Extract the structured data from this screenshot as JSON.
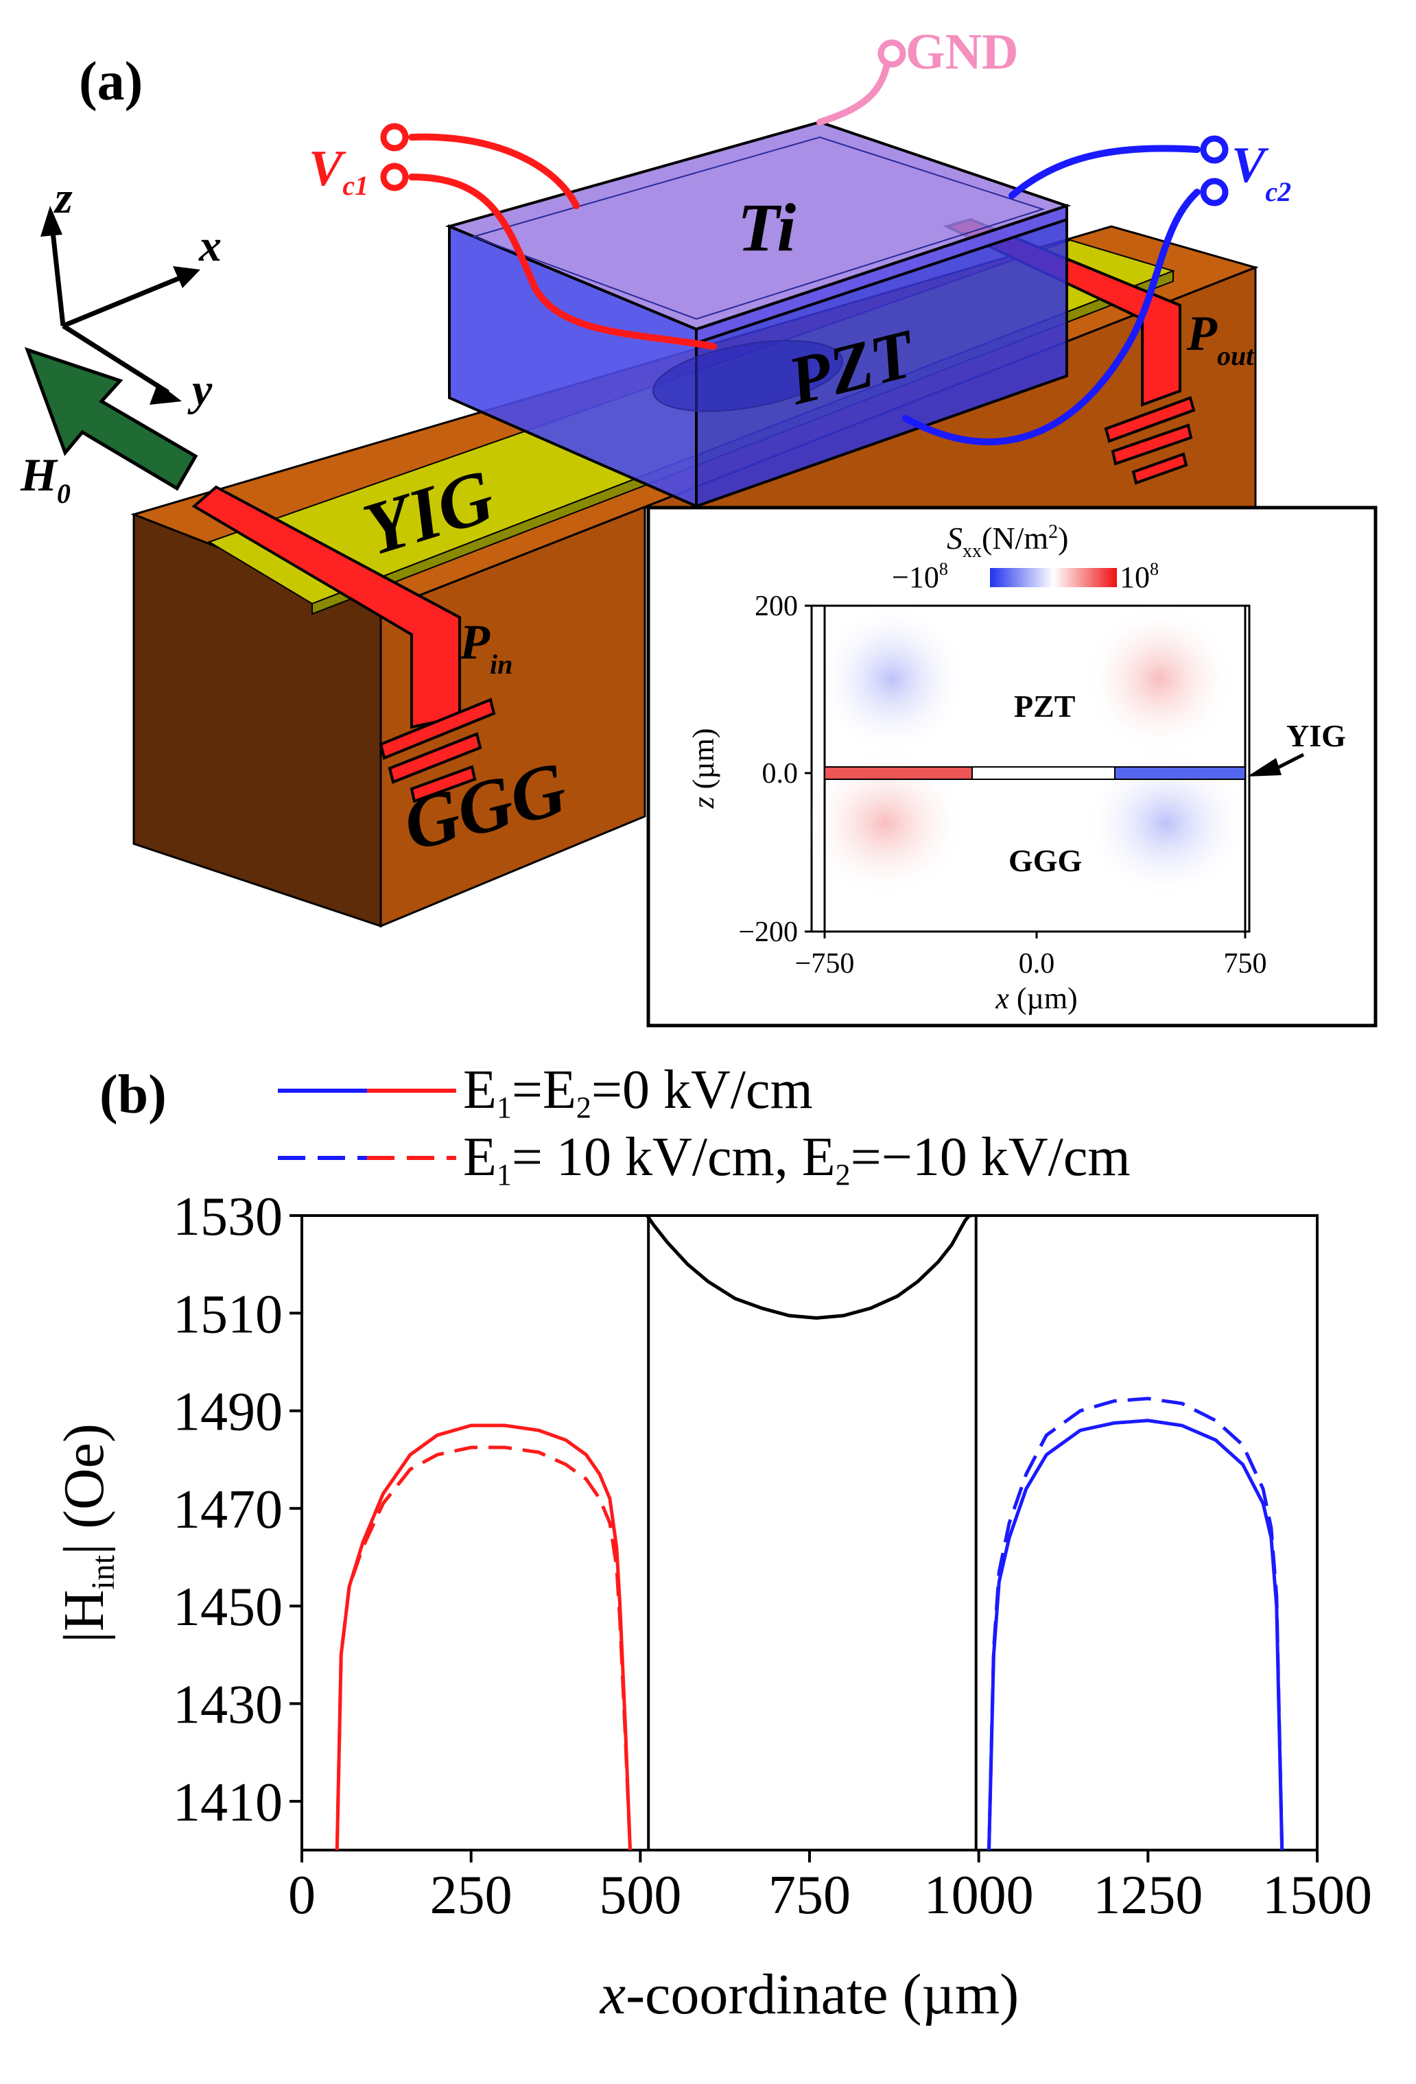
{
  "panel_a": {
    "label": "(a)",
    "axes_labels": {
      "z": "z",
      "x": "x",
      "y": "y"
    },
    "field": {
      "symbol": "H",
      "sub": "0"
    },
    "gnd": "GND",
    "vc1": {
      "symbol": "V",
      "sub": "c1"
    },
    "vc2": {
      "symbol": "V",
      "sub": "c2"
    },
    "ti": "Ti",
    "pzt": "PZT",
    "yig": "YIG",
    "ggg": "GGG",
    "pin": {
      "symbol": "P",
      "sub": "in"
    },
    "pout": {
      "symbol": "P",
      "sub": "out"
    },
    "colors": {
      "vc1": "#ff1a1a",
      "vc2": "#1a1aff",
      "gnd": "#f48fbf",
      "yig": "#c8c800",
      "ggg": "#b5540e",
      "ti": "#9a7be0",
      "pzt": "#3b3bdc",
      "antenna": "#ff2222",
      "field_arrow": "#1f6b33"
    }
  },
  "inset": {
    "colorbar_label_sym": "S",
    "colorbar_label_sub": "xx",
    "colorbar_label_unit": "(N/m",
    "colorbar_label_exp": "2",
    "colorbar_label_close": ")",
    "cb_min_base": "−10",
    "cb_min_exp": "8",
    "cb_max_base": "10",
    "cb_max_exp": "8",
    "ylabel_sym": "z",
    "ylabel_unit": " (µm)",
    "xlabel_sym": "x",
    "xlabel_unit": " (µm)",
    "yticks": [
      "200",
      "0.0",
      "−200"
    ],
    "xticks": [
      "−750",
      "0.0",
      "750"
    ],
    "label_pzt": "PZT",
    "label_ggg": "GGG",
    "label_yig": "YIG"
  },
  "panel_b": {
    "label": "(b)",
    "legend": [
      {
        "parts": [
          "E",
          "1",
          "=E",
          "2",
          "=0 kV/cm"
        ]
      },
      {
        "parts": [
          "E",
          "1",
          "= 10 kV/cm, E",
          "2",
          "=−10 kV/cm"
        ]
      }
    ],
    "ylabel_pre": "|H",
    "ylabel_sub": "int",
    "ylabel_post": "| (Oe)",
    "xlabel_sym": "x",
    "xlabel_rest": "-coordinate (µm)"
  },
  "chart_data": {
    "type": "line",
    "xlabel": "x-coordinate (µm)",
    "ylabel": "|Hint| (Oe)",
    "xlim": [
      0,
      1500
    ],
    "ylim": [
      1400,
      1530
    ],
    "xticks": [
      0,
      250,
      500,
      750,
      1000,
      1250,
      1500
    ],
    "yticks": [
      1410,
      1430,
      1450,
      1470,
      1490,
      1510,
      1530
    ],
    "grid": false,
    "legend_position": "top",
    "series": [
      {
        "name": "E1=E2=0 kV/cm",
        "color": "#ff1a1a",
        "dash": "solid",
        "x": [
          52,
          58,
          70,
          90,
          120,
          160,
          200,
          250,
          300,
          350,
          390,
          420,
          440,
          455,
          465,
          470,
          478,
          485
        ],
        "y": [
          1400,
          1440,
          1454,
          1463,
          1473,
          1481,
          1485,
          1487,
          1487,
          1486,
          1484,
          1481,
          1477,
          1472,
          1462,
          1450,
          1425,
          1400
        ]
      },
      {
        "name": "E1= 10 kV/cm, E2=−10 kV/cm",
        "color": "#ff1a1a",
        "dash": "dashed",
        "x": [
          52,
          58,
          70,
          90,
          120,
          160,
          200,
          250,
          300,
          350,
          390,
          420,
          440,
          455,
          465,
          470,
          478,
          485
        ],
        "y": [
          1400,
          1440,
          1454,
          1462,
          1471,
          1478,
          1481,
          1482.5,
          1482.5,
          1481.5,
          1479,
          1476,
          1472,
          1467,
          1458,
          1447,
          1423,
          1400
        ]
      },
      {
        "name": "E1=E2=0 kV/cm",
        "color": "#1a1aff",
        "dash": "solid",
        "x": [
          1015,
          1022,
          1030,
          1045,
          1070,
          1100,
          1150,
          1200,
          1250,
          1300,
          1350,
          1390,
          1420,
          1432,
          1440,
          1444,
          1448
        ],
        "y": [
          1400,
          1440,
          1455,
          1464,
          1474,
          1481,
          1486,
          1487.5,
          1488,
          1487,
          1484,
          1479,
          1471,
          1464,
          1450,
          1425,
          1400
        ]
      },
      {
        "name": "E1= 10 kV/cm, E2=−10 kV/cm",
        "color": "#1a1aff",
        "dash": "dashed",
        "x": [
          1015,
          1022,
          1030,
          1045,
          1070,
          1100,
          1150,
          1200,
          1250,
          1300,
          1350,
          1390,
          1420,
          1432,
          1440,
          1444,
          1448
        ],
        "y": [
          1400,
          1441,
          1457,
          1467,
          1477,
          1485,
          1490,
          1492,
          1492.5,
          1491.5,
          1488,
          1483,
          1474,
          1466,
          1452,
          1426,
          1400
        ]
      },
      {
        "name": "",
        "color": "#000000",
        "dash": "solid",
        "x": [
          510,
          520,
          540,
          570,
          600,
          640,
          680,
          720,
          760,
          800,
          840,
          880,
          910,
          940,
          960,
          972,
          980,
          986,
          990
        ],
        "y": [
          1530,
          1528,
          1524.5,
          1520,
          1516.5,
          1513,
          1511,
          1509.5,
          1509,
          1509.5,
          1511,
          1513.5,
          1516.5,
          1520.5,
          1524,
          1527,
          1529,
          1530,
          1530
        ]
      }
    ],
    "vlines": [
      {
        "x": 512,
        "color": "#000000"
      },
      {
        "x": 996,
        "color": "#000000"
      }
    ]
  }
}
